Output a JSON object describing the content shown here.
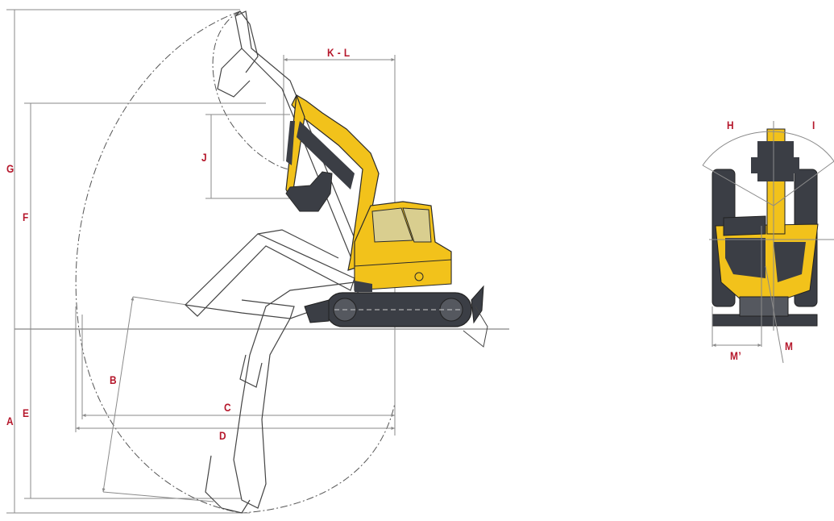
{
  "labels": {
    "A": "A",
    "B": "B",
    "C": "C",
    "D": "D",
    "E": "E",
    "F": "F",
    "G": "G",
    "H": "H",
    "I": "I",
    "J": "J",
    "KL": "K - L",
    "M": "M",
    "Mprime": "M’"
  },
  "colors": {
    "label": "#b5172b",
    "machine_yellow": "#f2c21b",
    "machine_dark": "#3b3e45",
    "line": "#8a8a8a",
    "ghost": "#555555"
  },
  "icons": {
    "side_view": "mini-excavator-side-view",
    "front_view": "mini-excavator-front-view"
  }
}
